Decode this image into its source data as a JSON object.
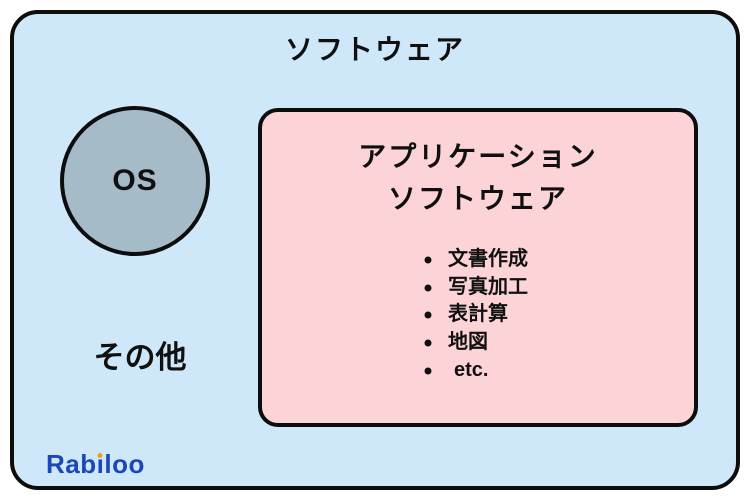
{
  "diagram": {
    "outer_title": "ソフトウェア",
    "os_label": "OS",
    "other_label": "その他",
    "app_box": {
      "title_line1": "アプリケーション",
      "title_line2": "ソフトウェア",
      "items": [
        "文書作成",
        "写真加工",
        "表計算",
        "地図",
        "etc."
      ]
    }
  },
  "logo": {
    "name": "Rabiloo",
    "part1": "Rab",
    "dotless_i": "ı",
    "part2": "loo"
  },
  "colors": {
    "outer_bg": "#cfe8f9",
    "app_bg": "#fcd4d8",
    "circle_bg": "#a6bbc8",
    "border": "#0d0d0d",
    "text": "#101010",
    "logo_blue": "#1b46bc",
    "logo_dot": "#f2a117"
  }
}
